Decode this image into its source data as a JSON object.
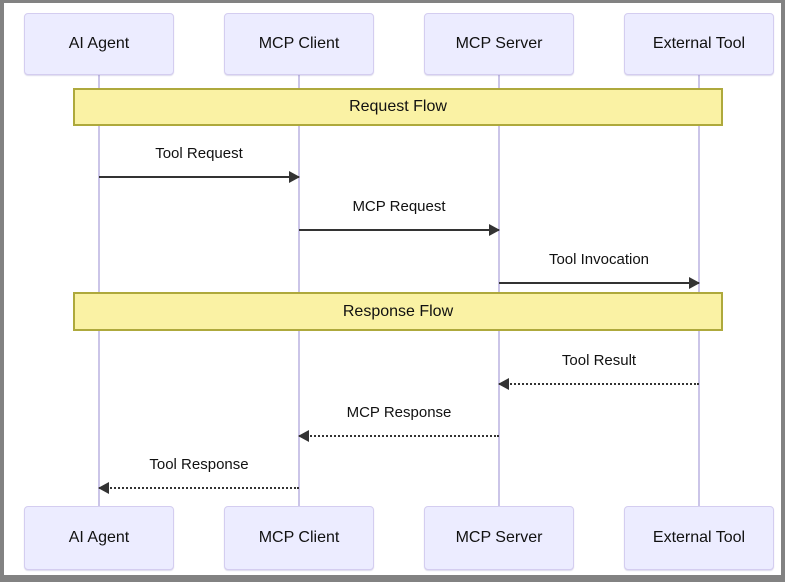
{
  "diagram": {
    "type": "sequence-diagram",
    "actors": [
      {
        "label": "AI Agent"
      },
      {
        "label": "MCP Client"
      },
      {
        "label": "MCP Server"
      },
      {
        "label": "External Tool"
      }
    ],
    "sections": [
      {
        "label": "Request Flow"
      },
      {
        "label": "Response Flow"
      }
    ],
    "messages": [
      {
        "from": "AI Agent",
        "to": "MCP Client",
        "label": "Tool Request",
        "line": "solid",
        "direction": "right"
      },
      {
        "from": "MCP Client",
        "to": "MCP Server",
        "label": "MCP Request",
        "line": "solid",
        "direction": "right"
      },
      {
        "from": "MCP Server",
        "to": "External Tool",
        "label": "Tool Invocation",
        "line": "solid",
        "direction": "right"
      },
      {
        "from": "External Tool",
        "to": "MCP Server",
        "label": "Tool Result",
        "line": "dotted",
        "direction": "left"
      },
      {
        "from": "MCP Server",
        "to": "MCP Client",
        "label": "MCP Response",
        "line": "dotted",
        "direction": "left"
      },
      {
        "from": "MCP Client",
        "to": "AI Agent",
        "label": "Tool Response",
        "line": "dotted",
        "direction": "left"
      }
    ],
    "colors": {
      "actor_fill": "#ECECFF",
      "actor_border": "#D4CDF0",
      "lifeline": "#CBC5E8",
      "section_fill": "#FAF2A4",
      "section_border": "#AEA93C",
      "arrow": "#333333",
      "frame_border": "#828282",
      "text": "#111111",
      "background": "#FFFFFF"
    }
  }
}
